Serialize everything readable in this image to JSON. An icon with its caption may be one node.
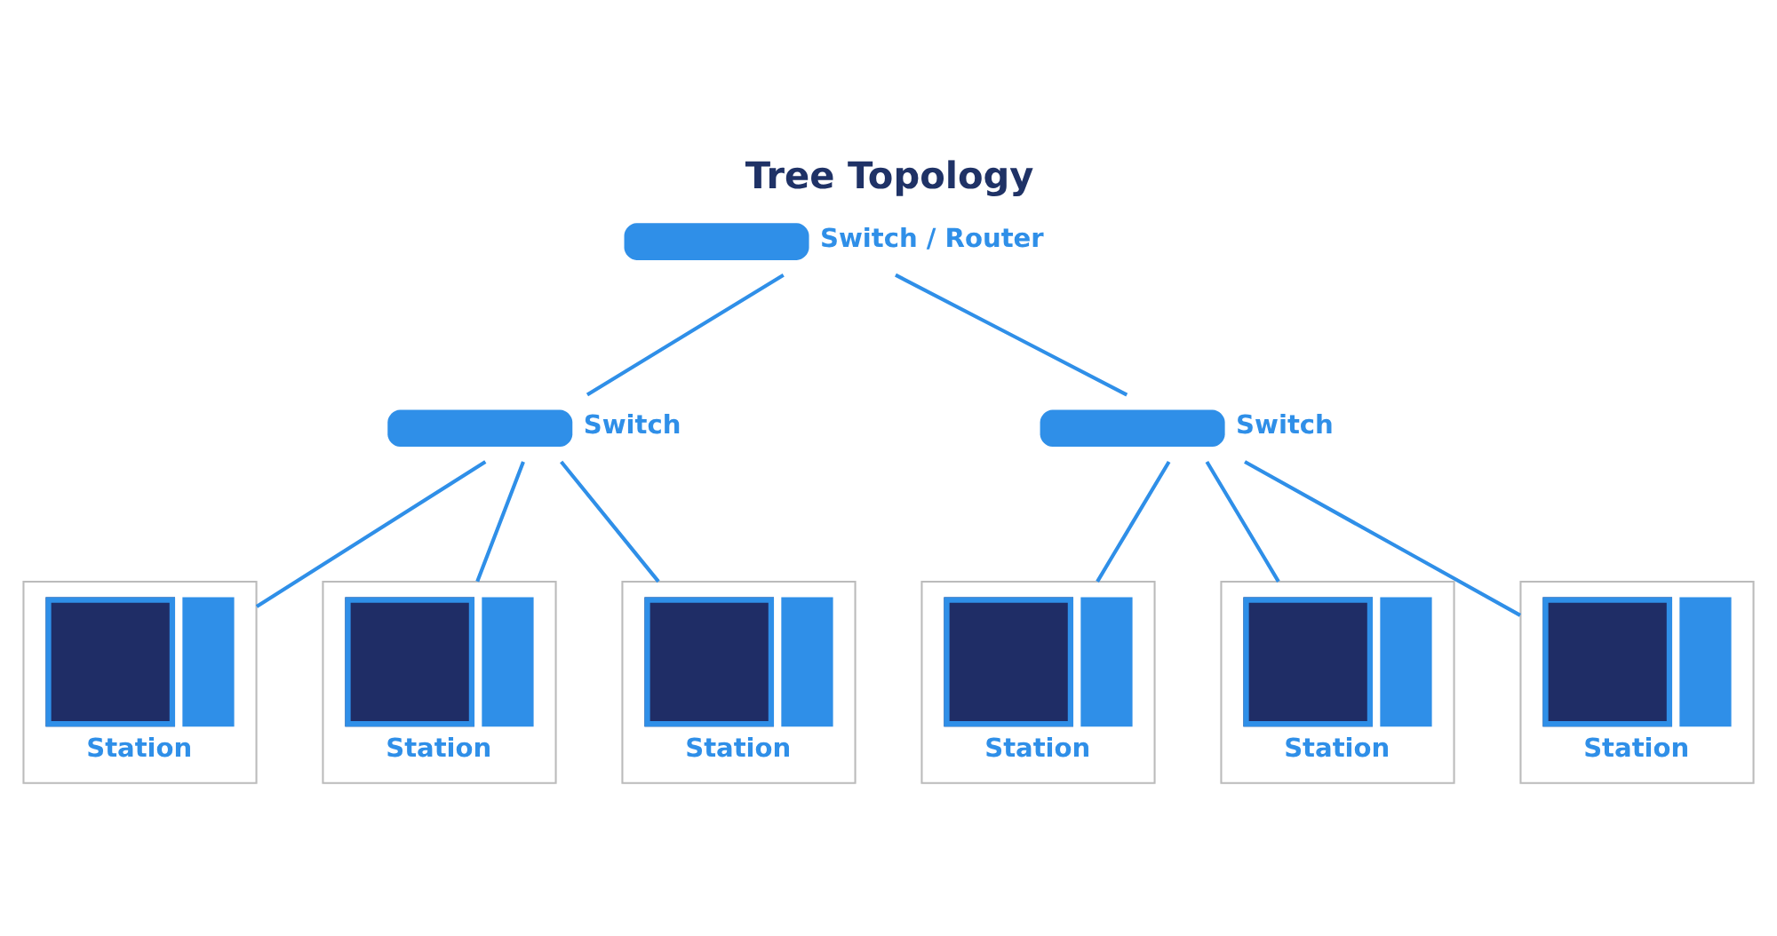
{
  "diagram": {
    "title": "Tree Topology",
    "nodes": [
      {
        "text": [
          "Switch / Router"
        ]
      },
      {
        "text": [
          "Switch"
        ]
      },
      {
        "text": [
          "Switch"
        ]
      },
      {
        "text": [
          "Station"
        ]
      },
      {
        "text": [
          "Station"
        ]
      },
      {
        "text": [
          "Station"
        ]
      },
      {
        "text": [
          "Station"
        ]
      },
      {
        "text": [
          "Station"
        ]
      },
      {
        "text": [
          "Station"
        ]
      }
    ],
    "edges": [
      {
        "from": 0,
        "to": 1,
        "arrow": "none"
      },
      {
        "from": 0,
        "to": 2,
        "arrow": "none"
      },
      {
        "from": 1,
        "to": 3,
        "arrow": "none"
      },
      {
        "from": 1,
        "to": 4,
        "arrow": "none"
      },
      {
        "from": 1,
        "to": 5,
        "arrow": "none"
      },
      {
        "from": 2,
        "to": 6,
        "arrow": "none"
      },
      {
        "from": 2,
        "to": 7,
        "arrow": "none"
      },
      {
        "from": 2,
        "to": 8,
        "arrow": "none"
      }
    ]
  }
}
